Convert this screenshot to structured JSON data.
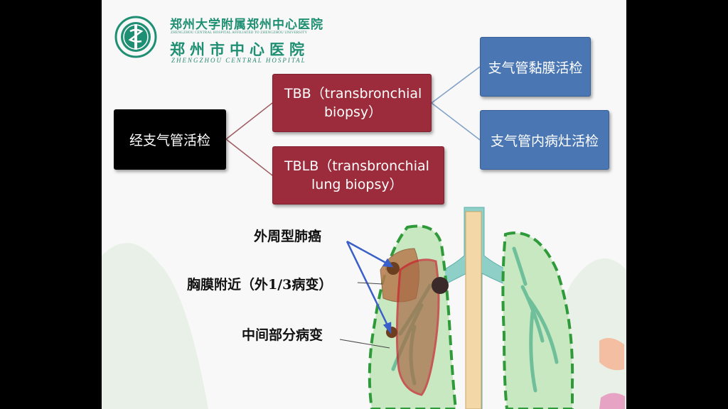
{
  "header": {
    "hospital_cn_1": "郑州大学附属郑州中心医院",
    "hospital_en_1": "ZHENGZHOU CENTRAL HOSPITAL AFFILIATED TO ZHENGZHOU UNIVERSITY",
    "hospital_cn_2": "郑州市中心医院",
    "hospital_en_2": "ZHENGZHOU CENTRAL HOSPITAL",
    "logo_icon": "hospital-seal-icon",
    "brand_color": "#1f8f73"
  },
  "diagram": {
    "root": {
      "label": "经支气管活检",
      "color": "#000000"
    },
    "level2": [
      {
        "line1": "TBB（transbronchial",
        "line2": "biopsy）",
        "color": "#9c2b3b"
      },
      {
        "line1": "TBLB（transbronchial",
        "line2": "lung biopsy）",
        "color": "#9c2b3b"
      }
    ],
    "level3": [
      {
        "label": "支气管黏膜活检",
        "color": "#4a77b3"
      },
      {
        "label": "支气管内病灶活检",
        "color": "#4a77b3"
      }
    ]
  },
  "illustration": {
    "labels": {
      "peripheral": "外周型肺癌",
      "pleura": "胸膜附近（外1/3病变）",
      "middle": "中间部分病变"
    },
    "arrow_color": "#3a5fc8",
    "lung_color": "#bfe3b8",
    "lung_border_color": "#2f9a3a",
    "trachea_color": "#7fc9c4"
  }
}
